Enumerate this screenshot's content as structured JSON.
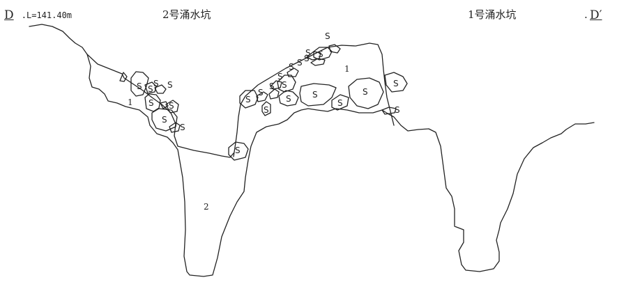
{
  "section": {
    "start_label": "D",
    "start_dot": ".",
    "length_label": "L=141.40m",
    "end_dot": ".",
    "end_label": "D′"
  },
  "pits": {
    "pit2_label": "2号涌水坑",
    "pit1_label": "1号涌水坑"
  },
  "zones": [
    "1",
    "1",
    "2"
  ],
  "boulder_symbol": "S",
  "colors": {
    "line": "#222222",
    "background": "#ffffff"
  }
}
